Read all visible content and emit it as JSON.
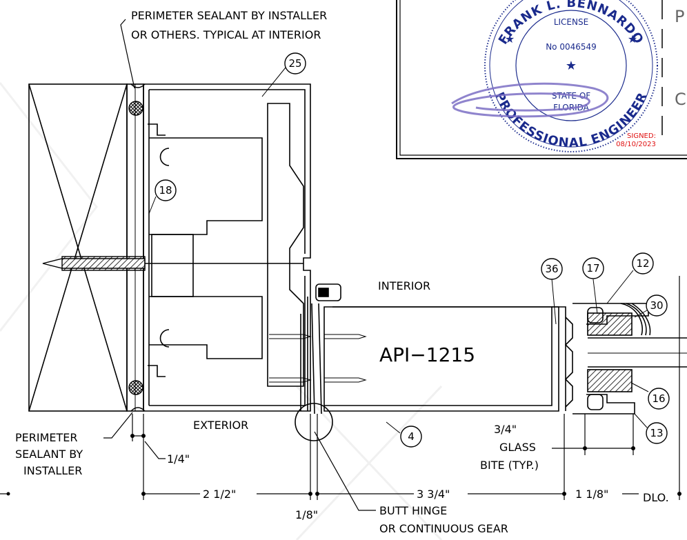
{
  "notes": {
    "top_line1": "PERIMETER SEALANT BY INSTALLER",
    "top_line2": "OR OTHERS.  TYPICAL AT INTERIOR",
    "left_line1": "PERIMETER",
    "left_line2": "SEALANT BY",
    "left_line3": "INSTALLER",
    "interior": "INTERIOR",
    "exterior": "EXTERIOR",
    "product": "API−1215",
    "glass_bite_1": "3/4\"",
    "glass_bite_2": "GLASS",
    "glass_bite_3": "BITE (TYP.)",
    "hinge_1": "BUTT HINGE",
    "hinge_2": "OR CONTINUOUS GEAR"
  },
  "dimensions": {
    "d_quarter": "1/4\"",
    "d_2_5": "2 1/2\"",
    "d_3_75": "3 3/4\"",
    "d_1_125": "1 1/8\"",
    "d_eighth": "1/8\"",
    "dlo": "DLO."
  },
  "callouts": [
    "25",
    "18",
    "36",
    "17",
    "12",
    "30",
    "4",
    "16",
    "13"
  ],
  "seal": {
    "arc_top": "FRANK L. BENNARDO",
    "license": "LICENSE",
    "number": "No 0046549",
    "state1": "STATE OF",
    "state2": "FLORIDA",
    "arc_bottom": "PROFESSIONAL ENGINEER",
    "signed": "SIGNED:",
    "date": "08/10/2023"
  },
  "title_block": {
    "side_p": "P",
    "side_c": "C"
  },
  "colors": {
    "line": "#000000",
    "seal_blue": "#1a2a8c",
    "signature": "#7b6fc4",
    "signed_red": "#e01010"
  }
}
